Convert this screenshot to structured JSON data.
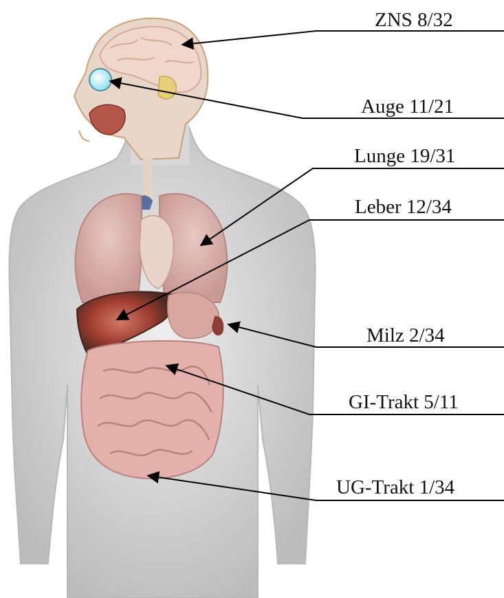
{
  "labels": [
    {
      "name": "ZNS",
      "text": "ZNS 8/32"
    },
    {
      "name": "Auge",
      "text": "Auge 11/21"
    },
    {
      "name": "Lunge",
      "text": "Lunge 19/31"
    },
    {
      "name": "Leber",
      "text": "Leber 12/34"
    },
    {
      "name": "Milz",
      "text": "Milz 2/34"
    },
    {
      "name": "GI-Trakt",
      "text": "GI-Trakt 5/11"
    },
    {
      "name": "UG-Trakt",
      "text": "UG-Trakt 1/34"
    }
  ],
  "colors": {
    "body": "#dadada",
    "lung": "#dcb3b0",
    "liver": "#9c3b2f",
    "intestine": "#e4b0ac",
    "brain": "#efd7cc",
    "eye_marker": "#a9ecf5",
    "leader": "#000000"
  }
}
